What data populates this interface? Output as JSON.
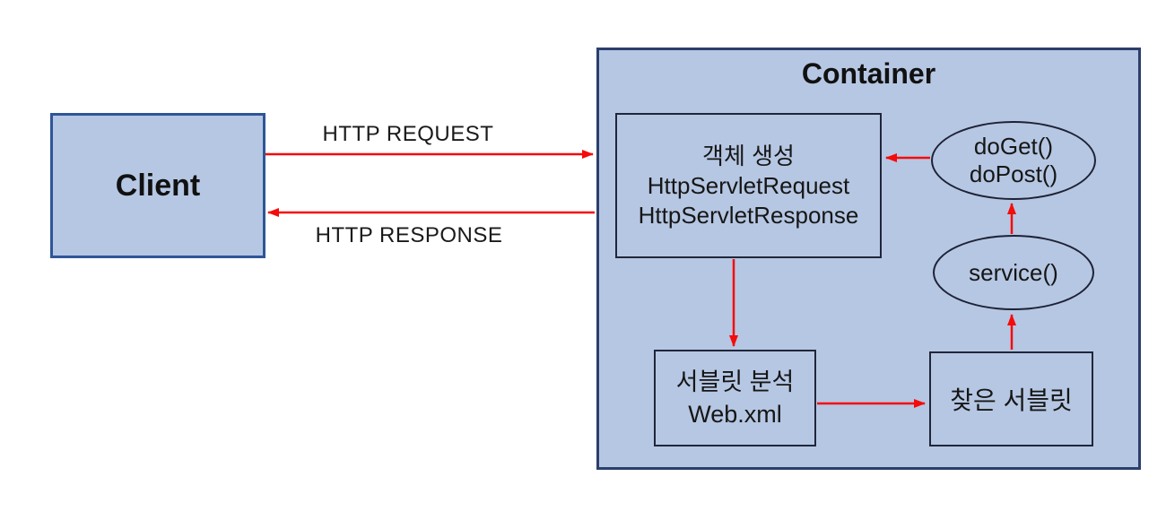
{
  "diagram": {
    "client": {
      "label": "Client"
    },
    "container": {
      "title": "Container"
    },
    "object_creation_box": {
      "lines": [
        "객체 생성",
        "HttpServletRequest",
        "HttpServletResponse"
      ]
    },
    "doget_ellipse": {
      "lines": [
        "doGet()",
        "doPost()"
      ]
    },
    "service_ellipse": {
      "label": "service()"
    },
    "servlet_analysis_box": {
      "lines": [
        "서블릿 분석",
        "Web.xml"
      ]
    },
    "found_servlet_box": {
      "label": "찾은 서블릿"
    },
    "flow_labels": {
      "http_request": "HTTP REQUEST",
      "http_response": "HTTP RESPONSE"
    },
    "colors": {
      "node_fill": "#b6c7e3",
      "client_border": "#2f5597",
      "container_border": "#2c3f6b",
      "inner_border": "#20263a",
      "arrow": "#f40b0b",
      "text": "#161616",
      "background": "#ffffff"
    }
  }
}
